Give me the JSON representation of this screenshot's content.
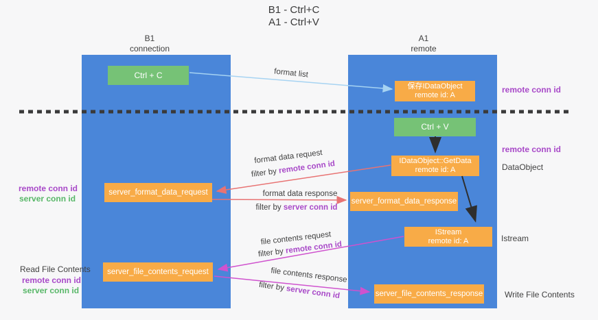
{
  "title": {
    "line1": "B1 - Ctrl+C",
    "line2": "A1 - Ctrl+V"
  },
  "lanes": {
    "left": {
      "name": "B1",
      "role": "connection"
    },
    "right": {
      "name": "A1",
      "role": "remote"
    }
  },
  "nodes": {
    "ctrl_c": {
      "label": "Ctrl + C"
    },
    "ctrl_v": {
      "label": "Ctrl + V"
    },
    "save_dataobject": {
      "line1": "保存IDataObject",
      "line2": "remote id: A"
    },
    "getdata": {
      "line1": "IDataObject::GetData",
      "line2": "remote id: A"
    },
    "istream": {
      "line1": "IStream",
      "line2": "remote id: A"
    },
    "server_format_data_request": {
      "label": "server_format_data_request"
    },
    "server_format_data_response": {
      "label": "server_format_data_response"
    },
    "server_file_contents_request": {
      "label": "server_file_contents_request"
    },
    "server_file_contents_response": {
      "label": "server_file_contents_response"
    }
  },
  "edge_labels": {
    "format_list": "format list",
    "format_data_request": "format data request",
    "format_data_response": "format data response",
    "file_contents_request": "file contents request",
    "file_contents_response": "file contents response",
    "filter_by": "filter by",
    "remote_conn_id": "remote conn id",
    "server_conn_id": "server conn id"
  },
  "side_labels": {
    "remote_conn_id": "remote conn id",
    "server_conn_id": "server conn id",
    "read_file_contents": "Read File Contents",
    "write_file_contents": "Write File Contents",
    "dataobject": "DataObject",
    "istream": "Istream"
  },
  "colors": {
    "lane_blue": "#4a86d9",
    "node_green": "#76c276",
    "node_orange": "#f8ab47",
    "arrow_red": "#e87373",
    "arrow_magenta": "#cf52ce",
    "arrow_light_blue": "#a6d3f2",
    "arrow_black": "#2e2e2e",
    "text_purple": "#a849c8",
    "text_green": "#58b768"
  }
}
